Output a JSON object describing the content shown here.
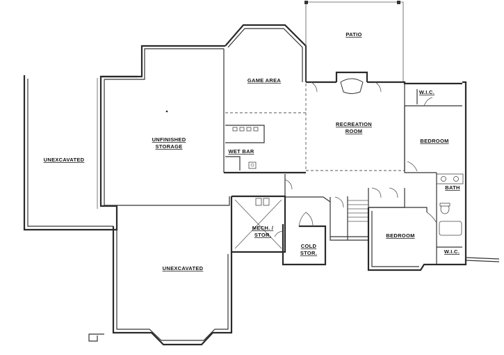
{
  "rooms": {
    "patio": "PATIO",
    "game_area": "GAME AREA",
    "unfinished_storage_1": "UNFINISHED",
    "unfinished_storage_2": "STORAGE",
    "wet_bar": "WET BAR",
    "recreation_1": "RECREATION",
    "recreation_2": "ROOM",
    "wic_top": "W.I.C.",
    "bedroom_right": "BEDROOM",
    "bath": "BATH",
    "unexcavated_left": "UNEXCAVATED",
    "unexcavated_bottom": "UNEXCAVATED",
    "mech_1": "MECH. /",
    "mech_2": "STOR.",
    "cold_1": "COLD",
    "cold_2": "STOR.",
    "bedroom_lower": "BEDROOM",
    "wic_lower": "W.I.C."
  }
}
